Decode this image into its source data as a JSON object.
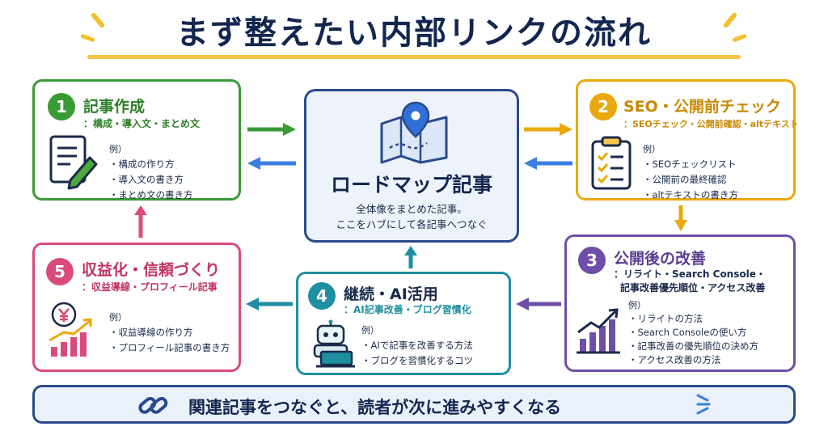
{
  "title": "まず整えたい内部リンクの流れ",
  "hub": {
    "title": "ロードマップ記事",
    "desc_line1": "全体像をまとめた記事。",
    "desc_line2": "ここをハブにして各記事へつなぐ"
  },
  "steps": [
    {
      "number": "1",
      "title": "記事作成",
      "sub_line1": "：構成・導入文・まとめ文",
      "sub_line2": "",
      "example_label": "例）",
      "examples": [
        "構成の作り方",
        "導入文の書き方",
        "まとめ文の書き方"
      ],
      "color": "#3a9a34",
      "icon": "document-pen-icon"
    },
    {
      "number": "2",
      "title": "SEO・公開前チェック",
      "sub_line1": "：SEOチェック・公開前確認・altテキスト",
      "sub_line2": "",
      "example_label": "例）",
      "examples": [
        "SEOチェックリスト",
        "公開前の最終確認",
        "altテキストの書き方"
      ],
      "color": "#e9a90c",
      "icon": "clipboard-checklist-icon"
    },
    {
      "number": "3",
      "title": "公開後の改善",
      "sub_line1": "：リライト・Search Console・",
      "sub_line2": "記事改善優先順位・アクセス改善",
      "example_label": "例）",
      "examples": [
        "リライトの方法",
        "Search Consoleの使い方",
        "記事改善の優先順位の決め方",
        "アクセス改善の方法"
      ],
      "color": "#6e4ea6",
      "icon": "growth-chart-icon"
    },
    {
      "number": "4",
      "title": "継続・AI活用",
      "sub_line1": "：AI記事改善・ブログ習慣化",
      "sub_line2": "",
      "example_label": "例）",
      "examples": [
        "AIで記事を改善する方法",
        "ブログを習慣化するコツ"
      ],
      "color": "#1e8fa0",
      "icon": "robot-laptop-icon"
    },
    {
      "number": "5",
      "title": "収益化・信頼づくり",
      "sub_line1": "：収益導線・プロフィール記事",
      "sub_line2": "",
      "example_label": "例）",
      "examples": [
        "収益導線の作り方",
        "プロフィール記事の書き方"
      ],
      "color": "#d94b7a",
      "icon": "yen-growth-icon"
    }
  ],
  "banner": {
    "text": "関連記事をつなぐと、読者が次に進みやすくなる",
    "icon": "link-chain-icon"
  },
  "colors": {
    "navy": "#13264f",
    "hub_border": "#2b4a8c",
    "blue_arrow": "#3b7fe0",
    "accent_yellow": "#f4c64a"
  }
}
